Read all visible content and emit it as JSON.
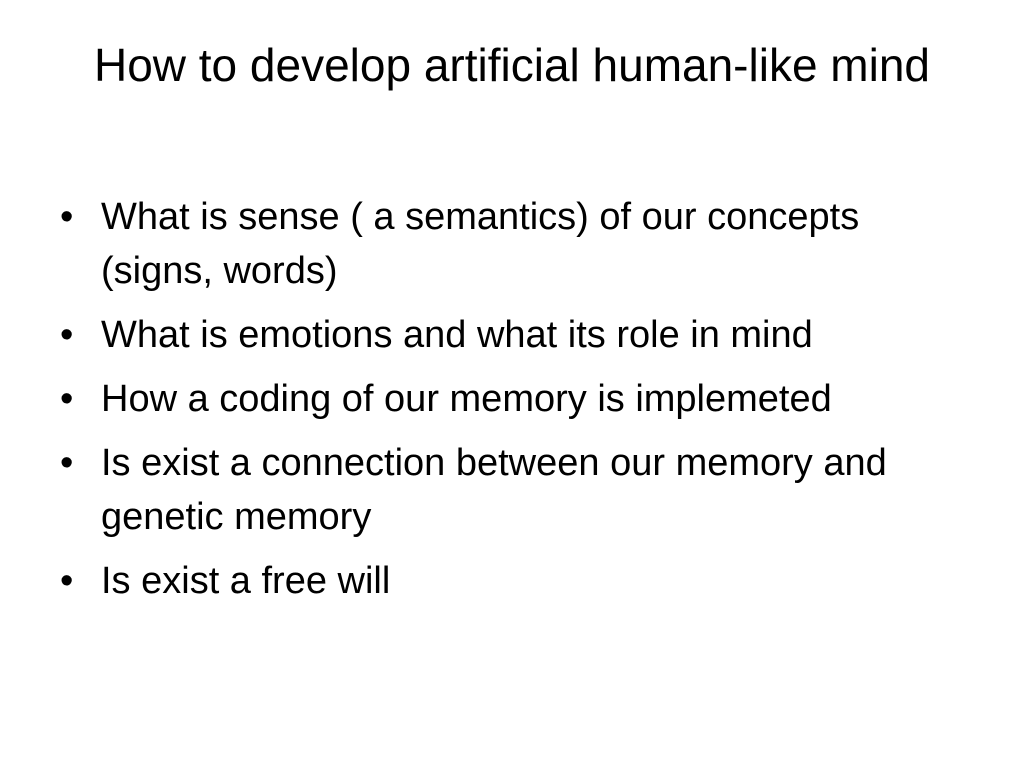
{
  "slide": {
    "title": "How to develop artificial human-like mind",
    "bullet_symbol": "•",
    "bullets": [
      "What is sense ( a semantics) of our concepts (signs, words)",
      "What is emotions and what its role in mind",
      "How a coding of our memory is implemeted",
      "Is exist a connection between our memory and genetic memory",
      "Is exist a free will"
    ]
  }
}
